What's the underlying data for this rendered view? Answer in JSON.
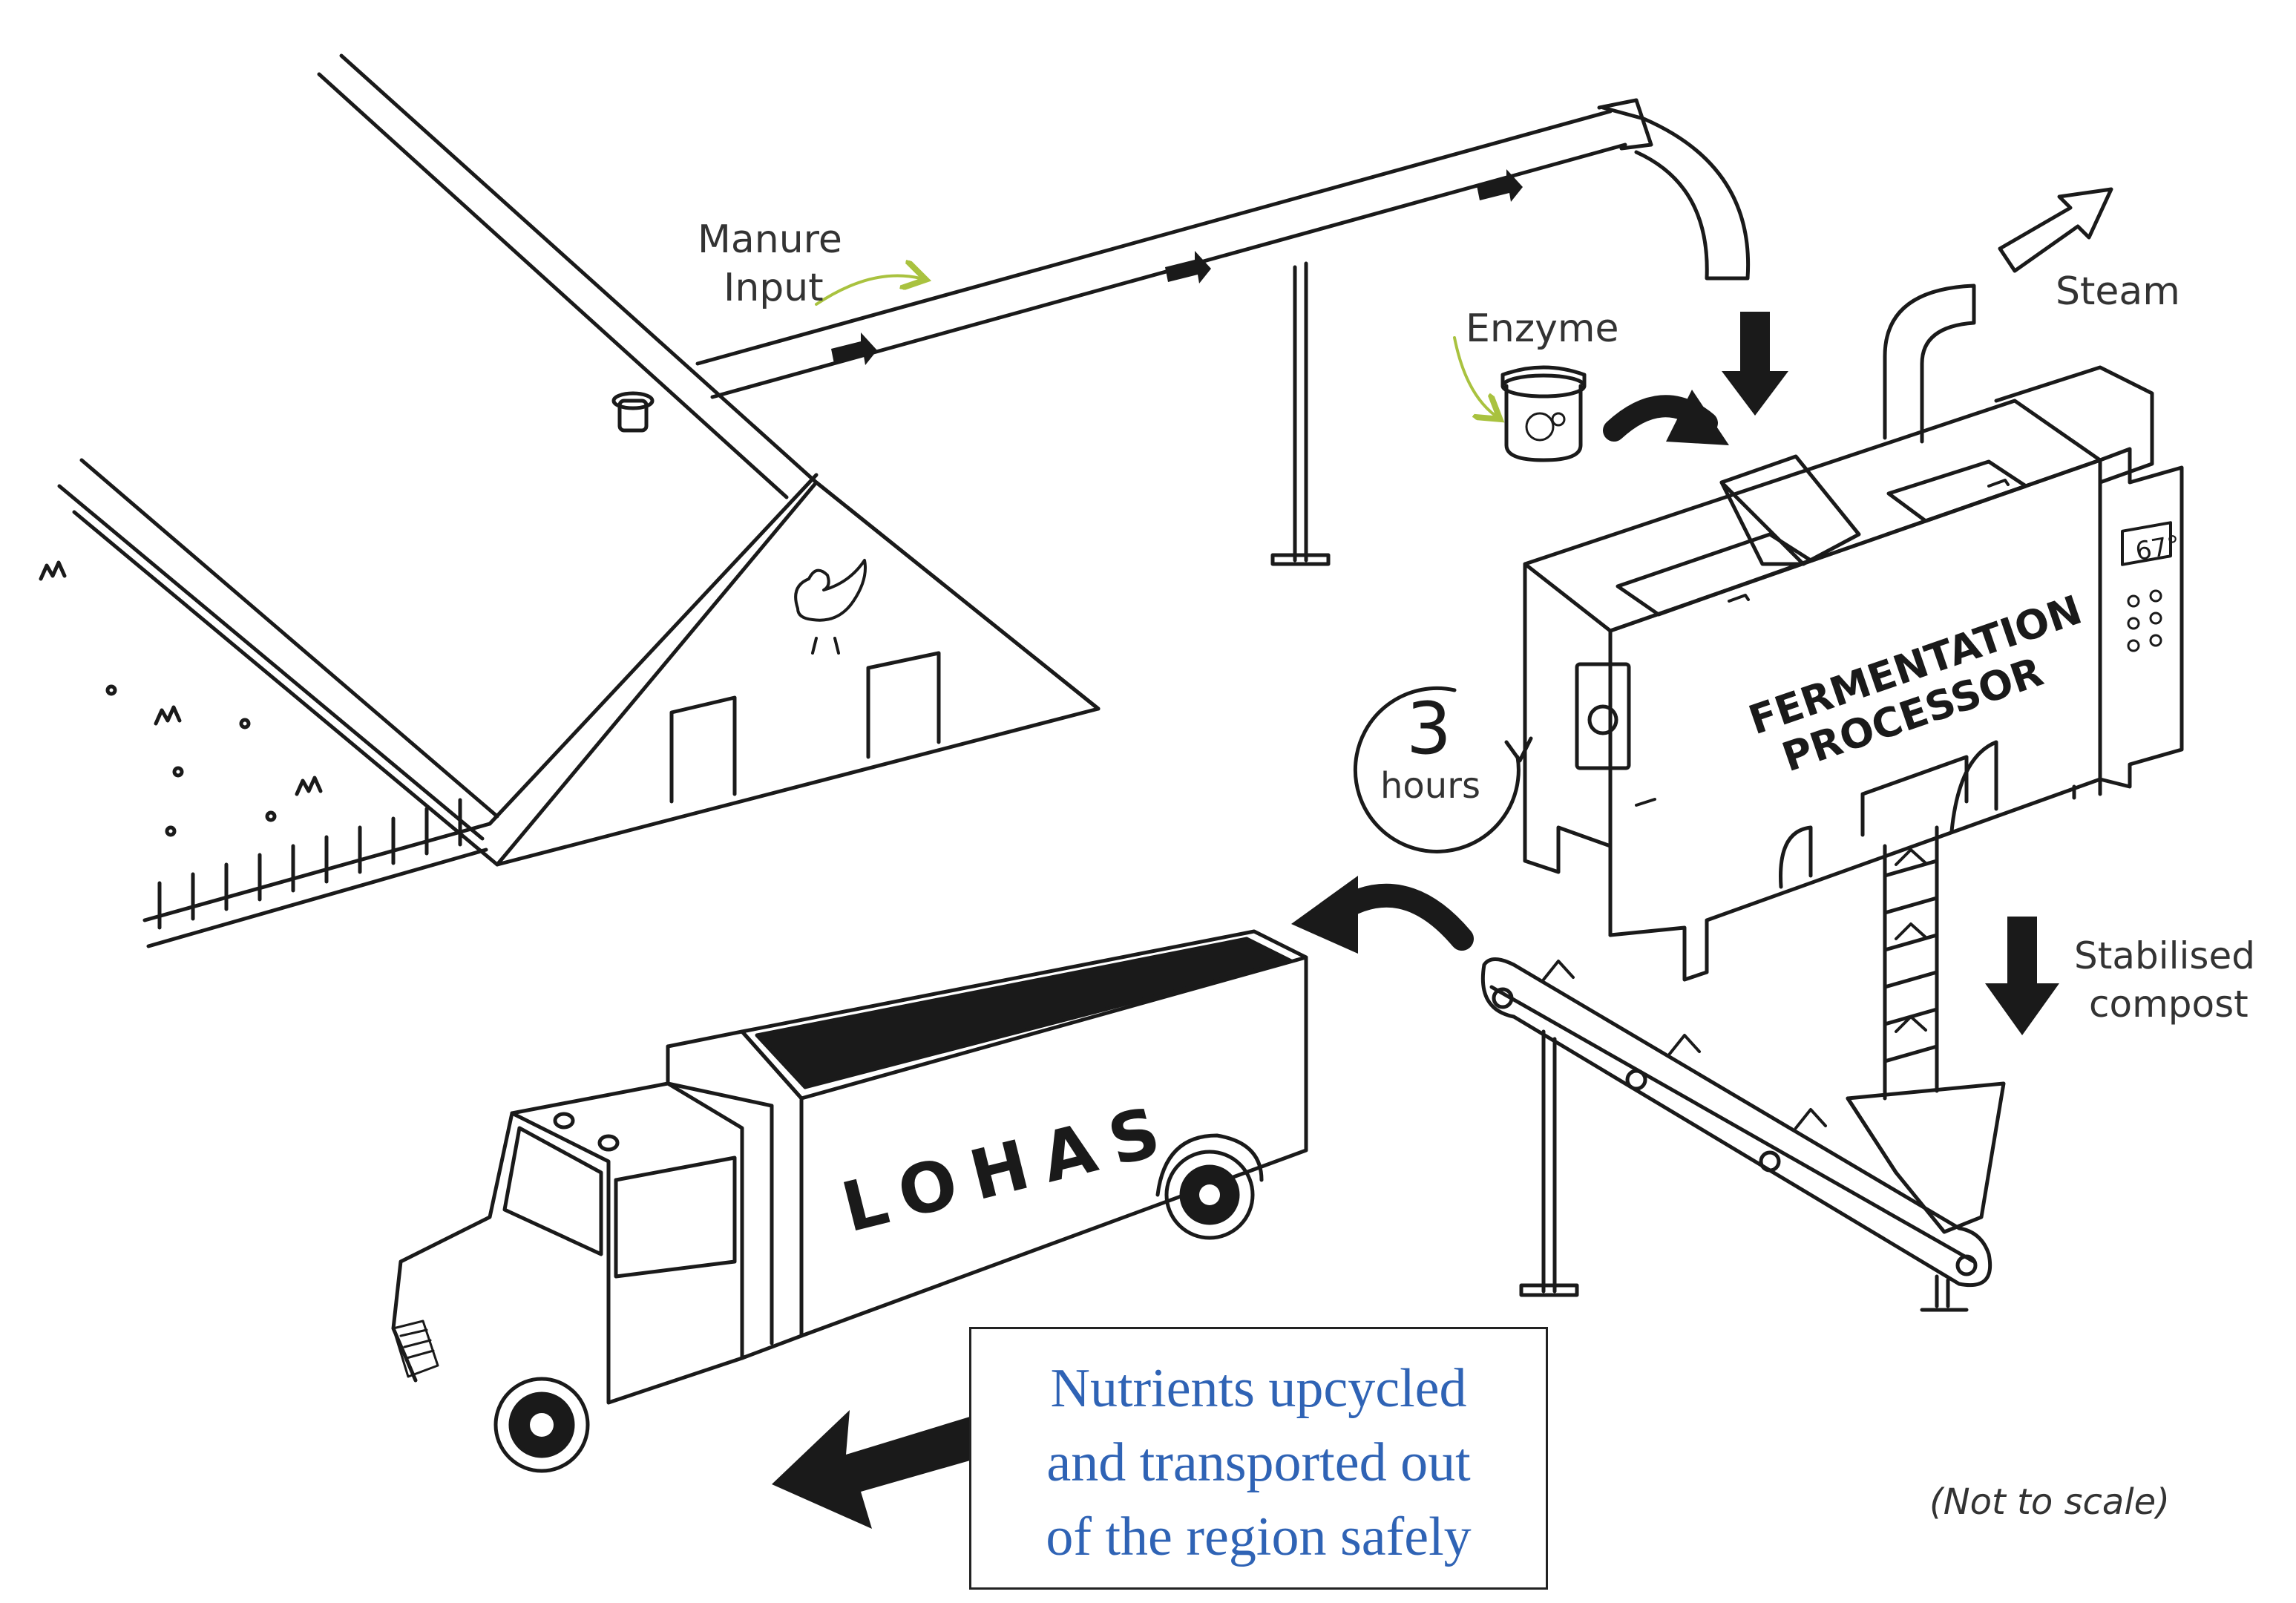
{
  "labels": {
    "manure_line1": "Manure",
    "manure_line2": "Input",
    "enzyme": "Enzyme",
    "steam": "Steam",
    "timer_number": "3",
    "timer_unit": "hours",
    "processor_line1": "FERMENTATION",
    "processor_line2": "PROCESSOR",
    "temperature": "67°",
    "compost_line1": "Stabilised",
    "compost_line2": "compost",
    "truck_brand": "LOHAS",
    "not_to_scale": "(Not to scale)"
  },
  "caption": {
    "line1": "Nutrients upcycled",
    "line2": "and transported out",
    "line3": "of the region safely",
    "color": "#2f63b5"
  },
  "colors": {
    "ink": "#1a1a1a",
    "accent_arrow": "#a9c23f",
    "caption_text": "#2f63b5"
  }
}
